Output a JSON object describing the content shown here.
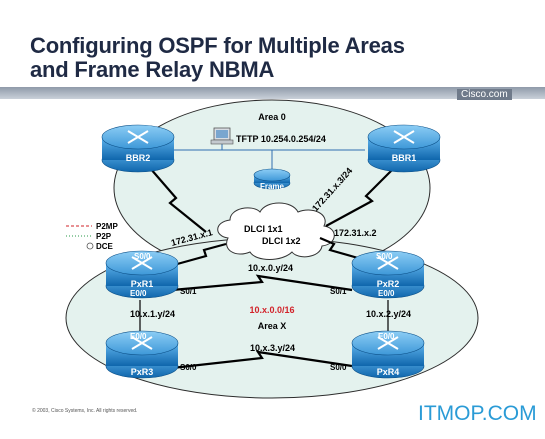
{
  "title_line1": "Configuring OSPF for Multiple Areas",
  "title_line2": "and Frame Relay NBMA",
  "brand": "Cisco.com",
  "areas": {
    "area0": "Area 0",
    "areaX": "Area X",
    "network": "10.x.0.0/16"
  },
  "tftp": "TFTP 10.254.0.254/24",
  "cloud": {
    "name": "Frame",
    "dlci1": "DLCI 1x1",
    "dlci2": "DLCI 1x2"
  },
  "routers": {
    "bbr2": "BBR2",
    "bbr1": "BBR1",
    "pxr1": "PxR1",
    "pxr2": "PxR2",
    "pxr3": "PxR3",
    "pxr4": "PxR4"
  },
  "links": {
    "bbr2_frame": "172.31.x.1",
    "bbr1_frame": "172.31.x.3/24",
    "pxr2_frame": "172.31.x.2",
    "pxr1_pxr2": "10.x.0.y/24",
    "pxr1_pxr3": "10.x.1.y/24",
    "pxr2_pxr4": "10.x.2.y/24",
    "pxr3_pxr4": "10.x.3.y/24"
  },
  "interfaces": {
    "pxr1_s00": "S0/0",
    "pxr1_s01": "S0/1",
    "pxr1_e00": "E0/0",
    "pxr2_s00": "S0/0",
    "pxr2_s01": "S0/1",
    "pxr2_e00": "E0/0",
    "pxr3_e00": "E0/0",
    "pxr3_s00": "S0/0",
    "pxr4_e00": "E0/0",
    "pxr4_s00": "S0/0"
  },
  "legend": {
    "p2mp": "P2MP",
    "p2p": "P2P",
    "dce": "DCE"
  },
  "footer": "© 2003, Cisco Systems, Inc. All rights reserved.",
  "watermark": "ITMOP.COM",
  "colors": {
    "title": "#1f2a44",
    "area_fill": "#e4f2ee",
    "router": "#1f7fc9",
    "network_label": "#d2232a",
    "watermark": "#2a9bd6"
  }
}
